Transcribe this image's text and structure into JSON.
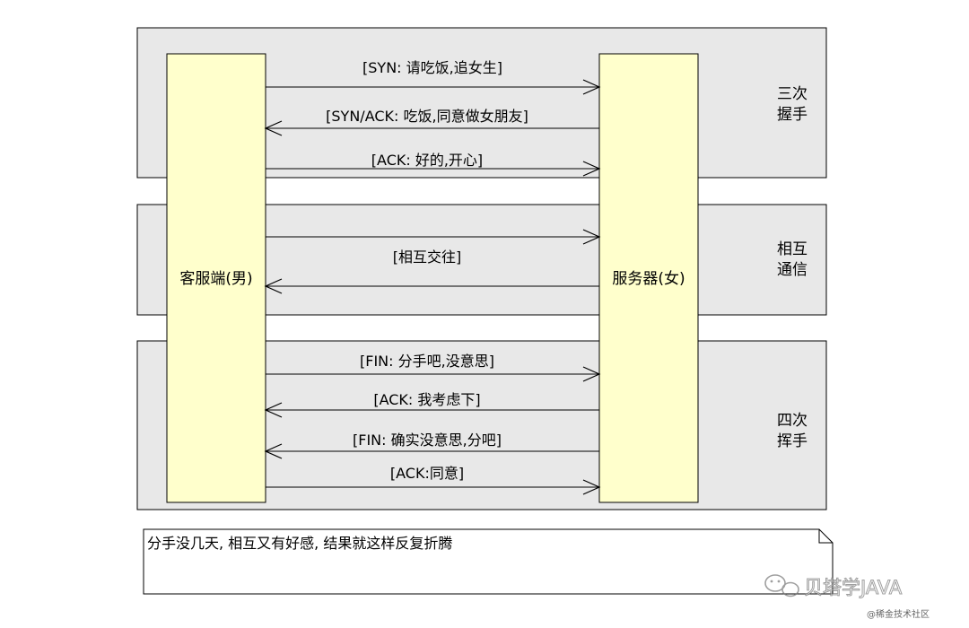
{
  "diagram": {
    "client_label": "客服端(男)",
    "server_label": "服务器(女)",
    "sections": [
      {
        "label_line1": "三次",
        "label_line2": "握手"
      },
      {
        "label_line1": "相互",
        "label_line2": "通信"
      },
      {
        "label_line1": "四次",
        "label_line2": "挥手"
      }
    ],
    "messages": {
      "syn": "[SYN: 请吃饭,追女生]",
      "syn_ack": "[SYN/ACK: 吃饭,同意做女朋友]",
      "ack": "[ACK: 好的,开心]",
      "communicate": "[相互交往]",
      "fin1": "[FIN: 分手吧,没意思]",
      "ack2": "[ACK: 我考虑下]",
      "fin2": "[FIN: 确实没意思,分吧]",
      "ack3": "[ACK:同意]"
    },
    "note": "分手没几天, 相互又有好感, 结果就这样反复折腾"
  },
  "watermark": {
    "brand": "贝塔学JAVA",
    "site": "@稀金技术社区"
  },
  "colors": {
    "section_fill": "#e8e8e8",
    "participant_fill": "#ffffcc",
    "line": "#000000"
  }
}
